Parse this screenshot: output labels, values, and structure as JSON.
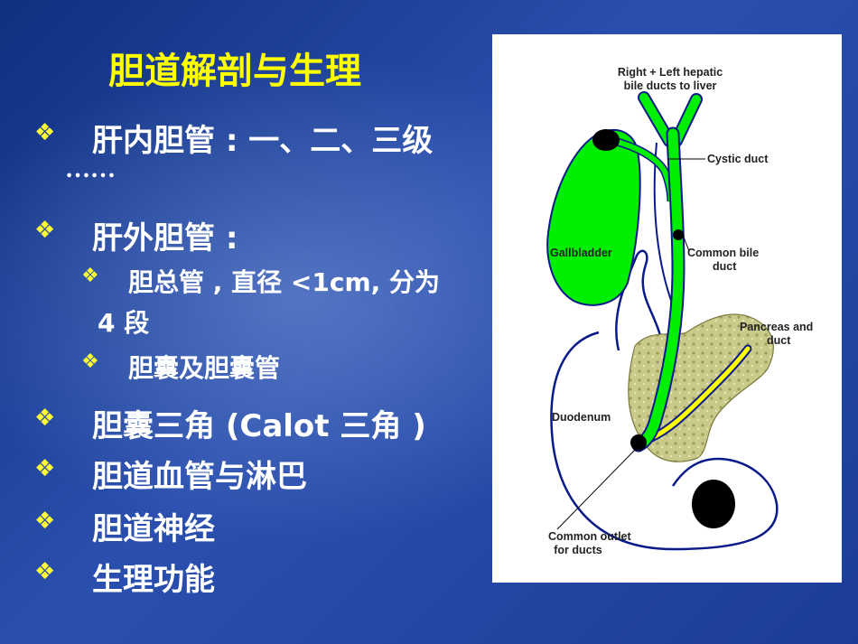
{
  "slide": {
    "title": "胆道解剖与生理",
    "colors": {
      "title": "#ffff00",
      "bullet": "#ffff33",
      "text": "#ffffff",
      "background": "#1d3f9a"
    },
    "bullet_glyph": "❖",
    "items": [
      {
        "level": 1,
        "text_cn": "肝内胆管",
        "text_rest": " : 一、二、三级",
        "continuation": "……"
      },
      {
        "level": 1,
        "text_cn": "肝外胆管",
        "text_rest": " :"
      },
      {
        "level": 2,
        "text_cn": "胆总管",
        "text_rest": " , 直径 <1cm, 分为",
        "continuation": "4 段"
      },
      {
        "level": 2,
        "text_cn": "胆囊及胆囊管",
        "text_rest": ""
      },
      {
        "level": 1,
        "text_cn": "胆囊三角",
        "text_rest": " (Calot 三角 )"
      },
      {
        "level": 1,
        "text_cn": "胆道血管与淋巴",
        "text_rest": ""
      },
      {
        "level": 1,
        "text_cn": "胆道神经",
        "text_rest": ""
      },
      {
        "level": 1,
        "text_cn": "生理功能",
        "text_rest": ""
      }
    ]
  },
  "figure": {
    "labels": {
      "hepatic_line1": "Right + Left hepatic",
      "hepatic_line2": "bile ducts to liver",
      "cystic": "Cystic duct",
      "gallbladder": "Gallbladder",
      "common_bile_line1": "Common bile",
      "common_bile_line2": "duct",
      "pancreas_line1": "Pancreas and",
      "pancreas_line2": "duct",
      "duodenum": "Duodenum",
      "outlet_line1": "Common outlet",
      "outlet_line2": "for ducts"
    },
    "colors": {
      "bile": "#00ee00",
      "pancreas": "#c8c884",
      "pancreatic_duct": "#ffff00",
      "outline": "#001a80"
    }
  }
}
